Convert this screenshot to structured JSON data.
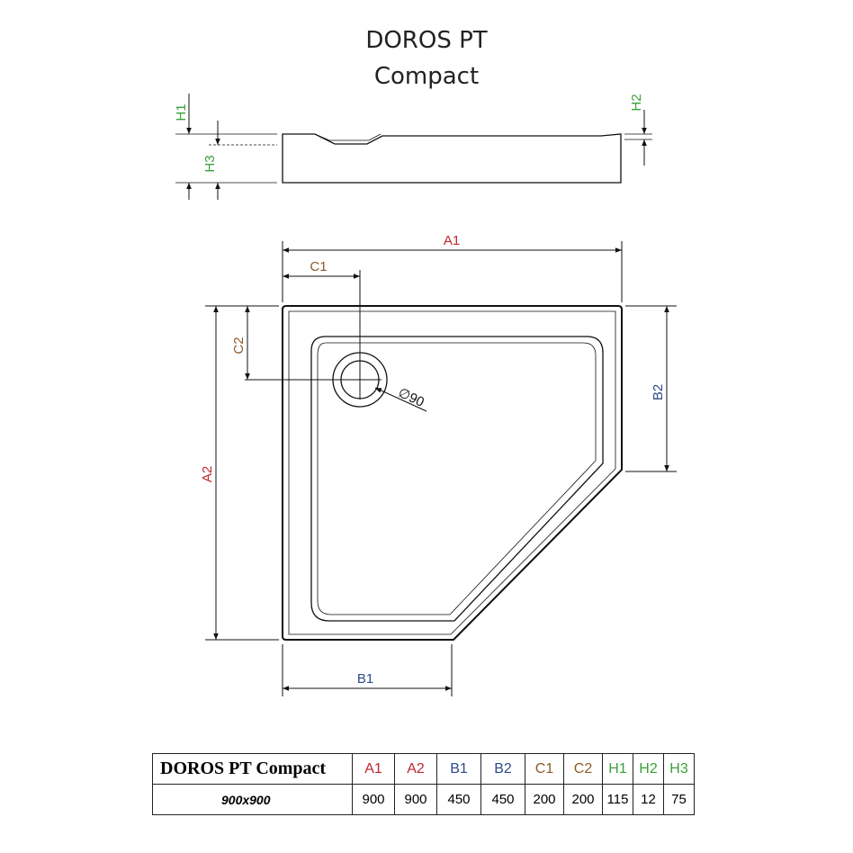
{
  "title": {
    "line1": "DOROS PT",
    "line2": "Compact"
  },
  "labels": {
    "a1": "A1",
    "a2": "A2",
    "b1": "B1",
    "b2": "B2",
    "c1": "C1",
    "c2": "C2",
    "h1": "H1",
    "h2": "H2",
    "h3": "H3",
    "drain": "∅90"
  },
  "colors": {
    "a": "#c0262d",
    "b": "#2c4a8a",
    "c": "#8b5a2b",
    "h": "#3aa03a",
    "line": "#111111"
  },
  "table": {
    "model": "DOROS PT Compact",
    "size": "900x900",
    "headers": [
      "A1",
      "A2",
      "B1",
      "B2",
      "C1",
      "C2",
      "H1",
      "H2",
      "H3"
    ],
    "values": [
      "900",
      "900",
      "450",
      "450",
      "200",
      "200",
      "115",
      "12",
      "75"
    ]
  }
}
